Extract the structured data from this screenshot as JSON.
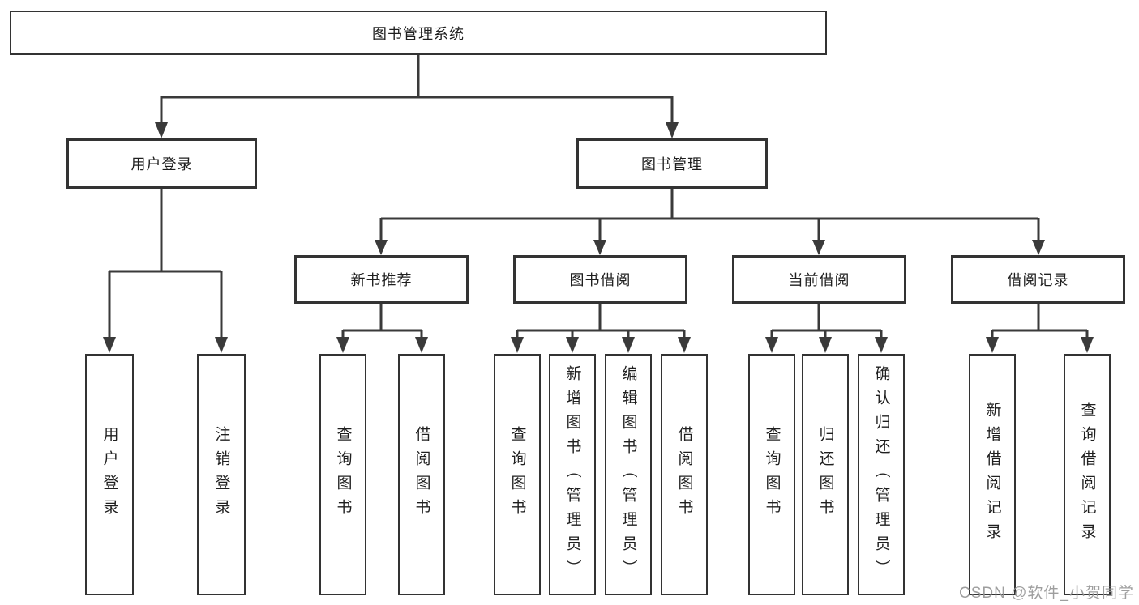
{
  "title": {
    "label": "图书管理系统"
  },
  "nodes": {
    "level2": [
      {
        "label": "用户登录"
      },
      {
        "label": "图书管理"
      }
    ],
    "level3": [
      {
        "label": "新书推荐",
        "parent": "图书管理"
      },
      {
        "label": "图书借阅",
        "parent": "图书管理"
      },
      {
        "label": "当前借阅",
        "parent": "图书管理"
      },
      {
        "label": "借阅记录",
        "parent": "图书管理"
      }
    ],
    "leaves": [
      {
        "label": "用户登录",
        "parent": "用户登录"
      },
      {
        "label": "注销登录",
        "parent": "用户登录"
      },
      {
        "label": "查询图书",
        "parent": "新书推荐"
      },
      {
        "label": "借阅图书",
        "parent": "新书推荐"
      },
      {
        "label": "查询图书",
        "parent": "图书借阅"
      },
      {
        "label": "新增图书（管理员）",
        "parent": "图书借阅"
      },
      {
        "label": "编辑图书（管理员）",
        "parent": "图书借阅"
      },
      {
        "label": "借阅图书",
        "parent": "图书借阅"
      },
      {
        "label": "查询图书",
        "parent": "当前借阅"
      },
      {
        "label": "归还图书",
        "parent": "当前借阅"
      },
      {
        "label": "确认归还（管理员）",
        "parent": "当前借阅"
      },
      {
        "label": "新增借阅记录",
        "parent": "借阅记录"
      },
      {
        "label": "查询借阅记录",
        "parent": "借阅记录"
      }
    ]
  },
  "watermark": {
    "text": "CSDN @软件_小贺同学"
  },
  "colors": {
    "background": "#ffffff",
    "border": "#333333",
    "line": "#3a3a3a",
    "text": "#1f1f1f",
    "watermark": "#949494"
  }
}
